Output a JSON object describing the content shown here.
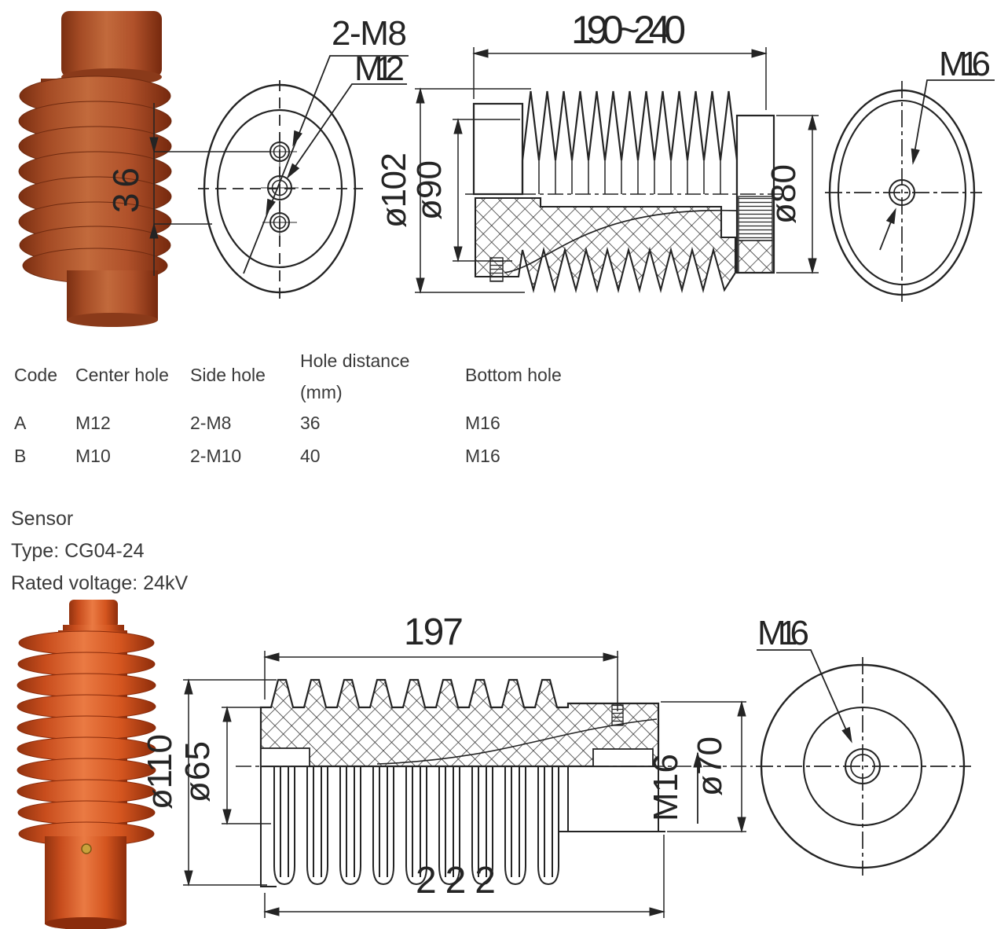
{
  "colors": {
    "line": "#242424",
    "text": "#3a3a3a",
    "insulator_top_body": "#b0512a",
    "insulator_top_dark": "#7a2f12",
    "insulator_bottom_body": "#d4551f",
    "insulator_bottom_dark": "#93330f",
    "pin_gold": "#c9a23c"
  },
  "top_drawing": {
    "front_view": {
      "side_hole": "2-M8",
      "center_hole": "M12",
      "hole_distance": "36"
    },
    "section_view": {
      "length": "190~240",
      "dia_outer": "ø102",
      "dia_mid": "ø90",
      "dia_right": "ø80"
    },
    "end_view": {
      "bottom_hole": "M16"
    }
  },
  "spec_table": {
    "headers": [
      "Code",
      "Center hole",
      "Side hole",
      "Hole distance",
      "Bottom hole"
    ],
    "hole_distance_unit": "(mm)",
    "rows": [
      {
        "code": "A",
        "center_hole": "M12",
        "side_hole": "2-M8",
        "hole_distance": "36",
        "bottom_hole": "M16"
      },
      {
        "code": "B",
        "center_hole": "M10",
        "side_hole": "2-M10",
        "hole_distance": "40",
        "bottom_hole": "M16"
      }
    ]
  },
  "sensor_info": {
    "title": "Sensor",
    "type_line": "Type: CG04-24",
    "voltage_line": "Rated voltage: 24kV"
  },
  "bottom_drawing": {
    "section_view": {
      "top_length": "197",
      "dia_outer": "ø110",
      "dia_core": "ø65",
      "thread": "M16",
      "dia_right": "ø70",
      "total_length": "222"
    },
    "end_view": {
      "bottom_hole": "M16"
    }
  }
}
